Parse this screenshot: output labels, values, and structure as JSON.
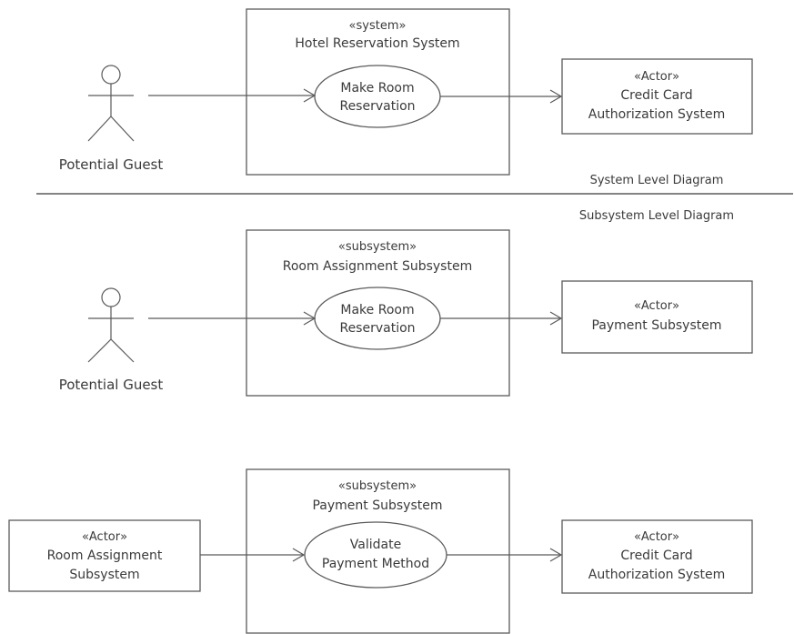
{
  "system_level": {
    "system": {
      "stereotype": "«system»",
      "name": "Hotel Reservation System"
    },
    "actor": {
      "name": "Potential Guest"
    },
    "use_case": {
      "line1": "Make Room",
      "line2": "Reservation"
    },
    "external_actor": {
      "stereotype": "«Actor»",
      "line1": "Credit Card",
      "line2": "Authorization System"
    }
  },
  "divider": {
    "upper_label": "System Level Diagram",
    "lower_label": "Subsystem Level Diagram"
  },
  "room_assignment_level": {
    "system": {
      "stereotype": "«subsystem»",
      "name": "Room Assignment Subsystem"
    },
    "actor": {
      "name": "Potential Guest"
    },
    "use_case": {
      "line1": "Make Room",
      "line2": "Reservation"
    },
    "external_actor": {
      "stereotype": "«Actor»",
      "line1": "Payment Subsystem"
    }
  },
  "payment_level": {
    "system": {
      "stereotype": "«subsystem»",
      "name": "Payment Subsystem"
    },
    "source_actor": {
      "stereotype": "«Actor»",
      "line1": "Room Assignment",
      "line2": "Subsystem"
    },
    "use_case": {
      "line1": "Validate",
      "line2": "Payment Method"
    },
    "external_actor": {
      "stereotype": "«Actor»",
      "line1": "Credit Card",
      "line2": "Authorization System"
    }
  }
}
